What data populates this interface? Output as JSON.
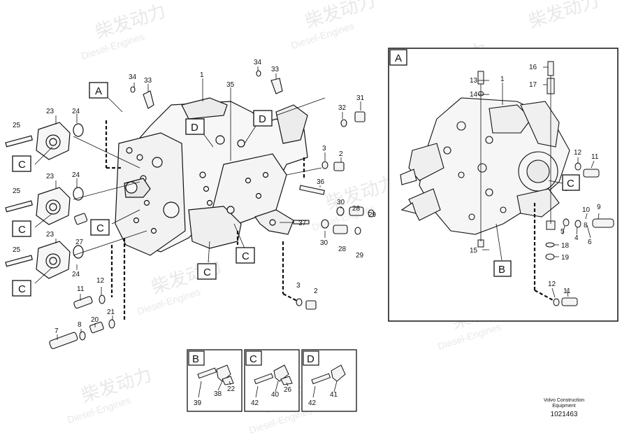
{
  "watermark": {
    "brand_cn": "柴发动力",
    "brand_en": "Diesel-Engines"
  },
  "callouts": {
    "A": "A",
    "B": "B",
    "C": "C",
    "D": "D"
  },
  "main_numbers": {
    "n1": "1",
    "n2": "2",
    "n3": "3",
    "n7": "7",
    "n8": "8",
    "n11": "11",
    "n12": "12",
    "n20": "20",
    "n21": "21",
    "n23": "23",
    "n24": "24",
    "n25": "25",
    "n27": "27",
    "n28": "28",
    "n29": "29",
    "n30": "30",
    "n31": "31",
    "n32": "32",
    "n33": "33",
    "n34": "34",
    "n35": "35",
    "n36": "36",
    "n37": "37"
  },
  "detail_a_numbers": {
    "n1": "1",
    "n4": "4",
    "n5": "5",
    "n6": "6",
    "n8": "8",
    "n9": "9",
    "n10": "10",
    "n11": "11",
    "n12": "12",
    "n13": "13",
    "n14": "14",
    "n15": "15",
    "n16": "16",
    "n17": "17",
    "n18": "18",
    "n19": "19"
  },
  "detail_b_numbers": {
    "n39": "39",
    "n38": "38",
    "n22": "22"
  },
  "detail_c_numbers": {
    "n42": "42",
    "n40": "40",
    "n26": "26"
  },
  "detail_d_numbers": {
    "n42": "42",
    "n41": "41"
  },
  "footer": {
    "line1": "Volvo Construction",
    "line2": "Equipment",
    "code": "1021463"
  }
}
